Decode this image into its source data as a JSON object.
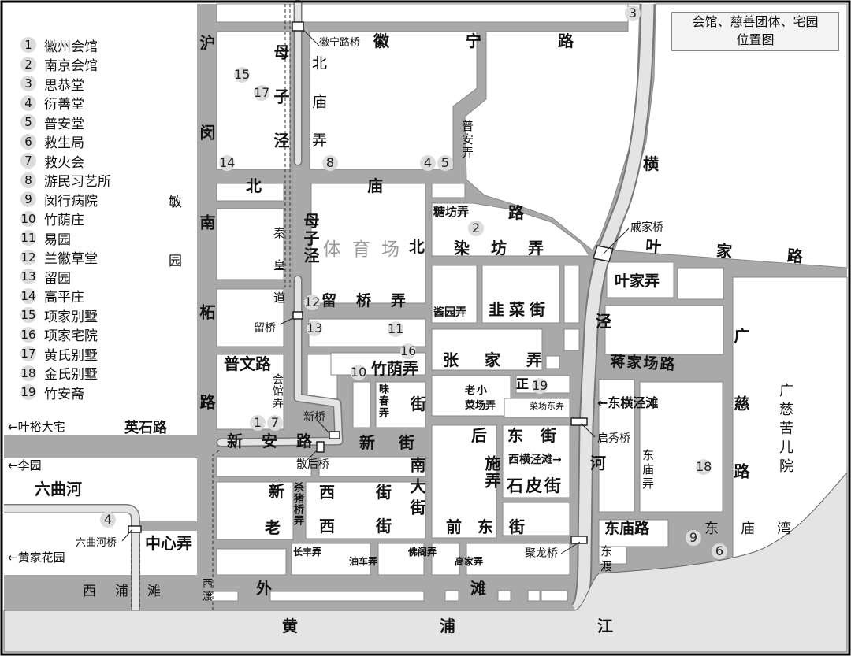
{
  "title": {
    "line1": "会馆、慈善团体、宅园",
    "line2": "位置图"
  },
  "legend": {
    "items": [
      {
        "num": "1",
        "name": "徽州会馆"
      },
      {
        "num": "2",
        "name": "南京会馆"
      },
      {
        "num": "3",
        "name": "思恭堂"
      },
      {
        "num": "4",
        "name": "衍善堂"
      },
      {
        "num": "5",
        "name": "普安堂"
      },
      {
        "num": "6",
        "name": "救生局"
      },
      {
        "num": "7",
        "name": "救火会"
      },
      {
        "num": "8",
        "name": "游民习艺所"
      },
      {
        "num": "9",
        "name": "闵行病院"
      },
      {
        "num": "10",
        "name": "竹荫庄"
      },
      {
        "num": "11",
        "name": "易园"
      },
      {
        "num": "12",
        "name": "兰徽草堂"
      },
      {
        "num": "13",
        "name": "留园"
      },
      {
        "num": "14",
        "name": "高平庄"
      },
      {
        "num": "15",
        "name": "项家别墅"
      },
      {
        "num": "16",
        "name": "项家宅院"
      },
      {
        "num": "17",
        "name": "黄氏别墅"
      },
      {
        "num": "18",
        "name": "金氏别墅"
      },
      {
        "num": "19",
        "name": "竹安斋"
      }
    ]
  },
  "streets": {
    "huining_road": "徽宁路",
    "humin_nanzhe_road": "沪闵南柘路",
    "beimiao": "北庙",
    "beimiao_road_end": "路",
    "muzijing_north": "母子泾",
    "beimiao_lane": "北庙弄",
    "puan_lane": "普安弄",
    "heng": "横",
    "jing": "泾",
    "he": "河",
    "qinhuang_road": "秦皇道",
    "muzijing_south": "母子泾",
    "stadium": "体育场",
    "bei": "北",
    "tangfang_lane": "糖坊弄",
    "ranfang_lane": "染坊弄",
    "yejia_road": "叶家路",
    "yejia_lane": "叶家弄",
    "liuqiao_lane": "留桥弄",
    "jiangyuan_lane": "酱园弄",
    "jiucai_street": "韭菜街",
    "zhangjia_lane": "张家弄",
    "jiangjiachang_road": "蒋家场路",
    "guangci_road": "广慈路",
    "guangci_orphanage": "广慈苦儿院",
    "puwen_road": "普文路",
    "huiguan_lane": "会馆弄",
    "zhuyin_lane": "竹荫弄",
    "weichun_lane": "味春弄",
    "jie": "街",
    "laoxiao": "老小",
    "caichang_lane": "菜场弄",
    "zheng": "正",
    "caichang_east_lane": "菜场东弄",
    "east_hengjing_beach": "←东横泾滩",
    "yingshi_road": "英石路",
    "yeyu_mansion": "←叶裕大宅",
    "xinan_road": "新安路",
    "xin_street": "新街",
    "hou": "后",
    "shi_lane": "施弄",
    "dong_street": "东街",
    "nan_main_street": "南大街",
    "west_hengjing_beach": "西横泾滩→",
    "dongmiao_lane": "东庙弄",
    "li_garden": "←李园",
    "shipi_street": "石皮街",
    "liuqu_river": "六曲河",
    "xin": "新",
    "lao": "老",
    "shazhuqiao_lane": "杀猪桥弄",
    "xi_street_1": "西街",
    "xi_street_2": "西街",
    "qiandong_street": "前东街",
    "dongmiao_road": "东庙路",
    "dongmiao_bay": "东庙湾",
    "zhongxin_lane": "中心弄",
    "huangjia_garden": "←黄家花园",
    "changfeng_lane": "长丰弄",
    "youche_lane": "油车弄",
    "fuge_lane": "佛阁弄",
    "gaojia_lane": "高家弄",
    "east_ferry": "东渡",
    "west_pu_beach": "西浦滩",
    "west_ferry": "西渡",
    "wai": "外",
    "tan": "滩",
    "huangpu_river": "黄浦江",
    "min_garden": "敏园"
  },
  "bridges": {
    "huining": "徽宁路桥",
    "qijia": "戚家桥",
    "liuqiao": "留桥",
    "xinqiao": "新桥",
    "sanhou": "散后桥",
    "qixiu": "启秀桥",
    "liuquhe": "六曲河桥",
    "julong": "聚龙桥"
  },
  "markers": [
    "3",
    "15",
    "17",
    "14",
    "8",
    "4",
    "5",
    "2",
    "12",
    "13",
    "11",
    "16",
    "10",
    "19",
    "1",
    "7",
    "4",
    "18",
    "9",
    "6"
  ],
  "colors": {
    "road": "#a9a9a9",
    "water": "#e4e4e4",
    "block": "#ffffff",
    "marker": "#dcdcdc"
  }
}
